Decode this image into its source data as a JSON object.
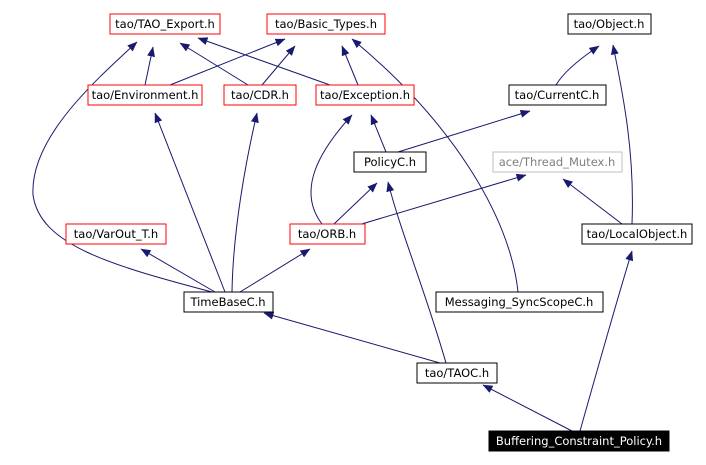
{
  "nodes": {
    "tao_export": {
      "label": "tao/TAO_Export.h",
      "style": "red"
    },
    "basic_types": {
      "label": "tao/Basic_Types.h",
      "style": "red"
    },
    "object": {
      "label": "tao/Object.h",
      "style": "black"
    },
    "environment": {
      "label": "tao/Environment.h",
      "style": "red"
    },
    "cdr": {
      "label": "tao/CDR.h",
      "style": "red"
    },
    "exception": {
      "label": "tao/Exception.h",
      "style": "red"
    },
    "currentc": {
      "label": "tao/CurrentC.h",
      "style": "black"
    },
    "policyc": {
      "label": "PolicyC.h",
      "style": "black"
    },
    "thread_mutex": {
      "label": "ace/Thread_Mutex.h",
      "style": "gray"
    },
    "varout": {
      "label": "tao/VarOut_T.h",
      "style": "red"
    },
    "orb": {
      "label": "tao/ORB.h",
      "style": "red"
    },
    "localobject": {
      "label": "tao/LocalObject.h",
      "style": "black"
    },
    "timebasec": {
      "label": "TimeBaseC.h",
      "style": "black"
    },
    "messaging": {
      "label": "Messaging_SyncScopeC.h",
      "style": "black"
    },
    "taoc": {
      "label": "tao/TAOC.h",
      "style": "black"
    },
    "buffering": {
      "label": "Buffering_Constraint_Policy.h",
      "style": "root"
    }
  },
  "colors": {
    "edge": "#191970",
    "border_red": "#ff0000",
    "border_black": "#000000",
    "border_gray": "#bfbfbf",
    "text_gray": "#7f7f7f",
    "root_fill": "#000000",
    "root_text": "#ffffff"
  }
}
